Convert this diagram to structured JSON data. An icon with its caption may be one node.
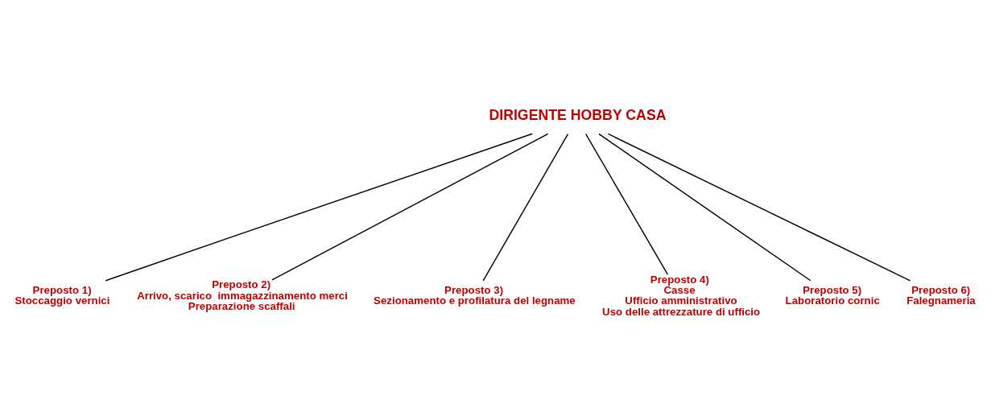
{
  "diagram": {
    "nodes": [
      {
        "text": [
          "DIRIGENTE HOBBY CASA"
        ]
      },
      {
        "text": [
          "Preposto 1)",
          "Stoccaggio vernici"
        ]
      },
      {
        "text": [
          "Preposto 2)",
          "Arrivo, scarico  immagazzinamento merci",
          "Preparazione scaffali"
        ]
      },
      {
        "text": [
          "Preposto 3)",
          "Sezionamento e profilatura del legname"
        ]
      },
      {
        "text": [
          "Preposto 4)",
          "Casse",
          "Ufficio amministrativo",
          "Uso delle attrezzature di ufficio"
        ]
      },
      {
        "text": [
          "Preposto 5)",
          "Laboratorio cornic"
        ]
      },
      {
        "text": [
          "Preposto 6)",
          "Falegnameria"
        ]
      }
    ],
    "edges": [
      {
        "from": 0,
        "to": 1,
        "arrow": "none"
      },
      {
        "from": 0,
        "to": 2,
        "arrow": "none"
      },
      {
        "from": 0,
        "to": 3,
        "arrow": "none"
      },
      {
        "from": 0,
        "to": 4,
        "arrow": "none"
      },
      {
        "from": 0,
        "to": 5,
        "arrow": "none"
      },
      {
        "from": 0,
        "to": 6,
        "arrow": "none"
      }
    ]
  }
}
